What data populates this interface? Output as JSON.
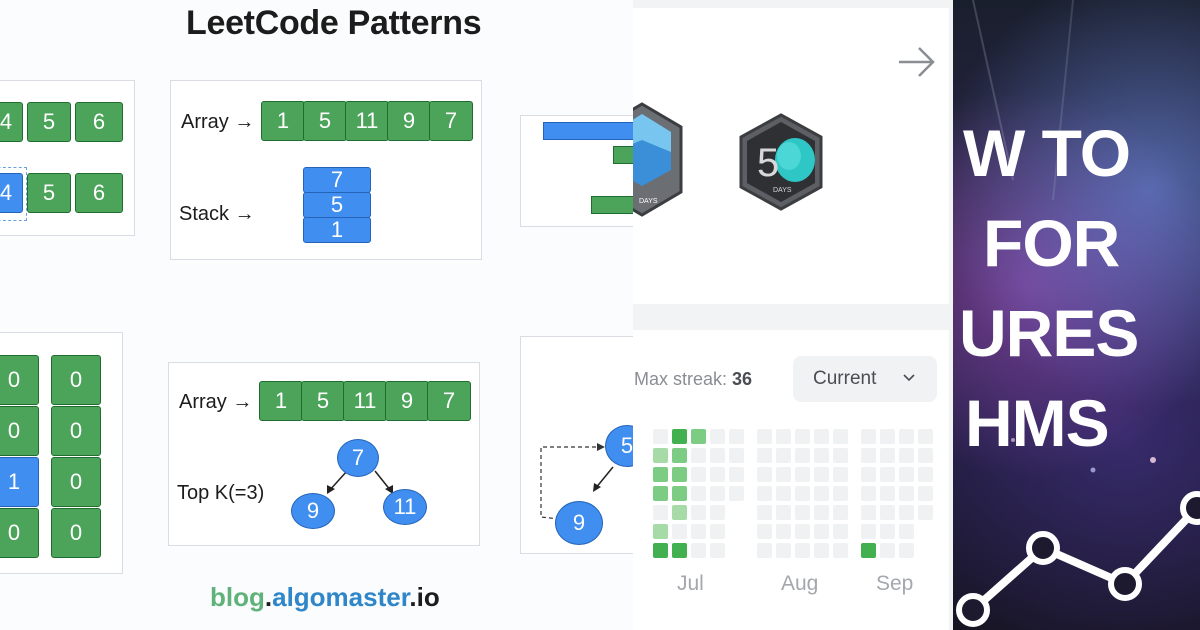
{
  "left": {
    "title": "LeetCode Patterns",
    "footer": {
      "part1": "blog",
      "dot1": ".",
      "part2": "algomaster",
      "dot2": ".",
      "part3": "io"
    },
    "card_a": {
      "row1": [
        "4",
        "5",
        "6"
      ],
      "row2": [
        "4",
        "5",
        "6"
      ]
    },
    "card_b": {
      "array_label": "Array →",
      "array": [
        "1",
        "5",
        "11",
        "9",
        "7"
      ],
      "stack_label": "Stack →",
      "stack": [
        "7",
        "5",
        "1"
      ]
    },
    "card_d": {
      "grid": [
        [
          "0",
          "0"
        ],
        [
          "0",
          "0"
        ],
        [
          "1",
          "0"
        ],
        [
          "0",
          "0"
        ]
      ]
    },
    "card_e": {
      "array_label": "Array →",
      "array": [
        "1",
        "5",
        "11",
        "9",
        "7"
      ],
      "topk_label": "Top K(=3)",
      "root": "7",
      "left_child": "9",
      "right_child": "11"
    },
    "card_f": {
      "node_top": "5",
      "node_bottom": "9"
    }
  },
  "middle": {
    "badge_label": "5",
    "badge_sub": "DAYS",
    "badge_sub_left": "DAYS",
    "streak_label": "Max streak:",
    "streak_value": "36",
    "dropdown": "Current",
    "months": [
      "Jul",
      "Aug",
      "Sep"
    ],
    "colors": {
      "empty": "#f0f1f3",
      "light": "#a6dba8",
      "medium": "#7ccc83",
      "dark": "#43b04f"
    }
  },
  "right": {
    "lines": [
      "W TO",
      "FOR",
      "URES",
      "HMS"
    ]
  }
}
